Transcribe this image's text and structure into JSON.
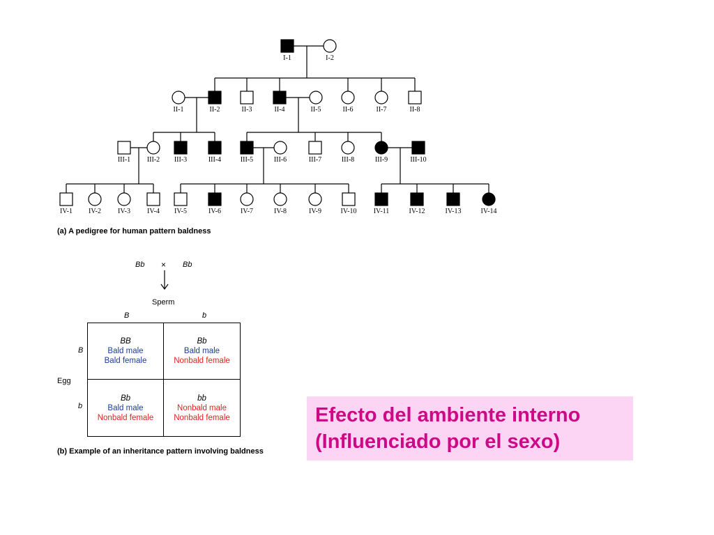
{
  "pedigree": {
    "caption": "(a) A pedigree for human pattern baldness",
    "individuals": [
      {
        "id": "I-1",
        "sex": "male",
        "affected": true
      },
      {
        "id": "I-2",
        "sex": "female",
        "affected": false
      },
      {
        "id": "II-1",
        "sex": "female",
        "affected": false
      },
      {
        "id": "II-2",
        "sex": "male",
        "affected": true
      },
      {
        "id": "II-3",
        "sex": "male",
        "affected": false
      },
      {
        "id": "II-4",
        "sex": "male",
        "affected": true
      },
      {
        "id": "II-5",
        "sex": "female",
        "affected": false
      },
      {
        "id": "II-6",
        "sex": "female",
        "affected": false
      },
      {
        "id": "II-7",
        "sex": "female",
        "affected": false
      },
      {
        "id": "II-8",
        "sex": "male",
        "affected": false
      },
      {
        "id": "III-1",
        "sex": "male",
        "affected": false
      },
      {
        "id": "III-2",
        "sex": "female",
        "affected": false
      },
      {
        "id": "III-3",
        "sex": "male",
        "affected": true
      },
      {
        "id": "III-4",
        "sex": "male",
        "affected": true
      },
      {
        "id": "III-5",
        "sex": "male",
        "affected": true
      },
      {
        "id": "III-6",
        "sex": "female",
        "affected": false
      },
      {
        "id": "III-7",
        "sex": "male",
        "affected": false
      },
      {
        "id": "III-8",
        "sex": "female",
        "affected": false
      },
      {
        "id": "III-9",
        "sex": "female",
        "affected": true
      },
      {
        "id": "III-10",
        "sex": "male",
        "affected": true
      },
      {
        "id": "IV-1",
        "sex": "male",
        "affected": false
      },
      {
        "id": "IV-2",
        "sex": "female",
        "affected": false
      },
      {
        "id": "IV-3",
        "sex": "female",
        "affected": false
      },
      {
        "id": "IV-4",
        "sex": "male",
        "affected": false
      },
      {
        "id": "IV-5",
        "sex": "male",
        "affected": false
      },
      {
        "id": "IV-6",
        "sex": "male",
        "affected": true
      },
      {
        "id": "IV-7",
        "sex": "female",
        "affected": false
      },
      {
        "id": "IV-8",
        "sex": "female",
        "affected": false
      },
      {
        "id": "IV-9",
        "sex": "female",
        "affected": false
      },
      {
        "id": "IV-10",
        "sex": "male",
        "affected": false
      },
      {
        "id": "IV-11",
        "sex": "male",
        "affected": true
      },
      {
        "id": "IV-12",
        "sex": "male",
        "affected": true
      },
      {
        "id": "IV-13",
        "sex": "male",
        "affected": true
      },
      {
        "id": "IV-14",
        "sex": "female",
        "affected": true
      }
    ]
  },
  "cross": {
    "parent1": "Bb",
    "symbol": "×",
    "parent2": "Bb",
    "sperm_label": "Sperm",
    "sperm_alleles": [
      "B",
      "b"
    ],
    "egg_label": "Egg",
    "egg_alleles": [
      "B",
      "b"
    ],
    "cells": [
      {
        "genotype": "BB",
        "male": "Bald male",
        "female": "Bald female"
      },
      {
        "genotype": "Bb",
        "male": "Bald male",
        "female": "Nonbald female"
      },
      {
        "genotype": "Bb",
        "male": "Bald male",
        "female": "Nonbald female"
      },
      {
        "genotype": "bb",
        "male": "Nonbald male",
        "female": "Nonbald female"
      }
    ],
    "caption_prefix": "(b) Example of an inheritance pattern involving baldness"
  },
  "callout": {
    "line1": "Efecto del ambiente interno",
    "line2": "(Influenciado por el sexo)"
  },
  "colors": {
    "bald_text": "#1a3c9c",
    "nonbald_text": "#e0221f",
    "callout_bg": "#fcd5f5",
    "callout_text": "#cc0a86"
  }
}
